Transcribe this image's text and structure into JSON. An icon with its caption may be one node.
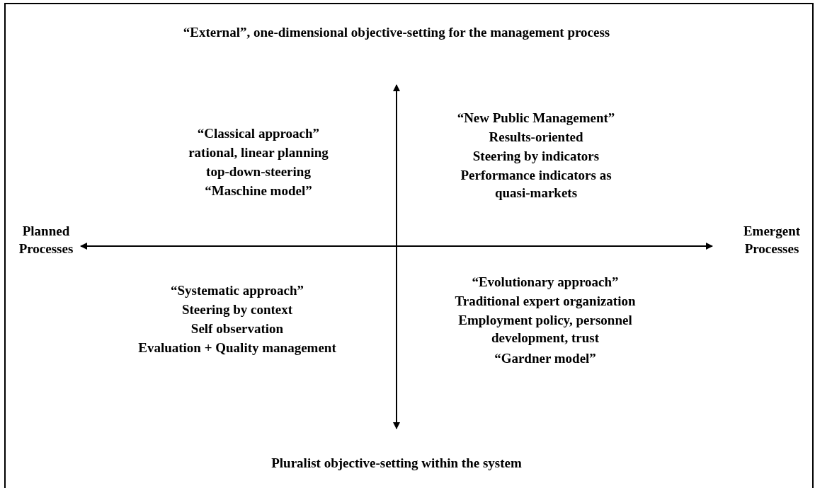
{
  "diagram": {
    "labels": [
      "“External”, one-dimensional objective-setting for the management process",
      "“Classical approach”",
      "rational, linear planning",
      "top-down-steering",
      "“Maschine model”",
      "“New Public Management”",
      "Results-oriented",
      "Steering by indicators",
      "Performance indicators as quasi-markets",
      "Planned Processes",
      "Emergent Processes",
      "“Systematic approach”",
      "Steering by context",
      "Self observation",
      "Evaluation + Quality management",
      "“Evolutionary approach”",
      "Traditional expert organization",
      "Employment policy, personnel development, trust",
      "“Gardner model”",
      "Pluralist objective-setting within the system"
    ]
  }
}
